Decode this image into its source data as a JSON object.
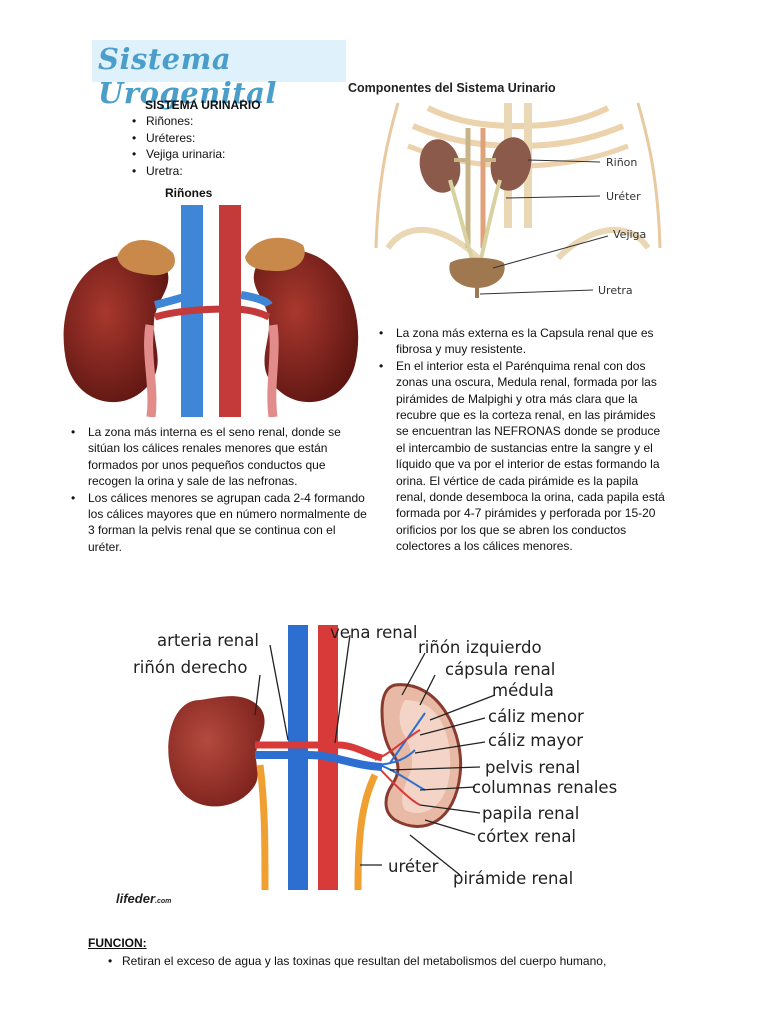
{
  "title": "Sistema Urogenital",
  "urinary_figure": {
    "caption": "Componentes del Sistema Urinario",
    "labels": [
      "Riñon",
      "Uréter",
      "Vejiga",
      "Uretra"
    ]
  },
  "system_heading": "SISTEMA URINARIO",
  "system_items": [
    "Riñones:",
    "Uréteres:",
    "Vejiga urinaria:",
    "Uretra:"
  ],
  "kidneys_heading": "Riñones",
  "right_bullets": [
    "La zona más externa es la Capsula renal que es fibrosa y muy resistente.",
    "En el interior esta el Parénquima renal con dos zonas una oscura, Medula renal, formada por las pirámides de Malpighi y otra más clara que la recubre que es la corteza renal, en las pirámides se encuentran las NEFRONAS donde se produce el intercambio de sustancias entre la sangre y el líquido que va por el interior de estas formando la orina. El vértice de cada pirámide es la papila renal, donde desemboca la orina, cada papila está formada por 4-7 pirámides y perforada por 15-20 orificios por los que se abren los conductos colectores a los cálices menores."
  ],
  "left_bullets": [
    "La zona más interna es el seno renal, donde se sitúan los cálices renales menores que están formados por unos pequeños conductos que recogen la orina y sale de las nefronas.",
    "Los cálices menores se agrupan cada 2-4 formando los cálices mayores que en número normalmente de 3 forman la pelvis renal que se continua con el uréter."
  ],
  "diagram_labels": {
    "arteria_renal": "arteria renal",
    "vena_renal": "vena renal",
    "rinon_derecho": "riñón derecho",
    "rinon_izquierdo": "riñón izquierdo",
    "capsula_renal": "cápsula renal",
    "medula": "médula",
    "caliz_menor": "cáliz menor",
    "caliz_mayor": "cáliz mayor",
    "pelvis_renal": "pelvis renal",
    "columnas_renales": "columnas renales",
    "papila_renal": "papila renal",
    "cortex_renal": "córtex renal",
    "ureter": "uréter",
    "piramide_renal": "pirámide renal"
  },
  "logo": "lifeder",
  "logo_suffix": ".com",
  "funcion_heading": "FUNCION:",
  "funcion_items": [
    "Retiran el exceso de agua y las toxinas que resultan del metabolismos del cuerpo humano,"
  ],
  "colors": {
    "title_text": "#4a9ec9",
    "title_bg": "#dff2fb",
    "kidney": "#8e2a22",
    "artery": "#d83a3a",
    "vein": "#2c6fd1",
    "ureter": "#f0a030",
    "adrenal": "#c8894a"
  }
}
